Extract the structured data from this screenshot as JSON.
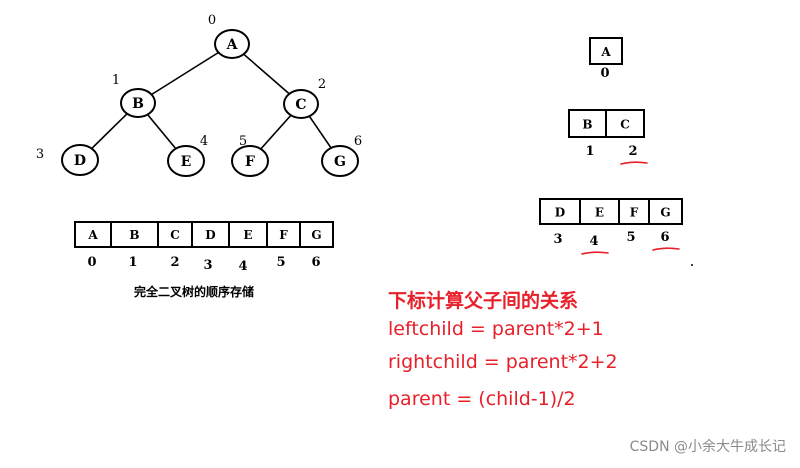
{
  "tree": {
    "nodes": [
      {
        "id": "A",
        "index": "0"
      },
      {
        "id": "B",
        "index": "1"
      },
      {
        "id": "C",
        "index": "2"
      },
      {
        "id": "D",
        "index": "3"
      },
      {
        "id": "E",
        "index": "4"
      },
      {
        "id": "F",
        "index": "5"
      },
      {
        "id": "G",
        "index": "6"
      }
    ],
    "edges": [
      [
        "A",
        "B"
      ],
      [
        "A",
        "C"
      ],
      [
        "B",
        "D"
      ],
      [
        "B",
        "E"
      ],
      [
        "C",
        "F"
      ],
      [
        "C",
        "G"
      ]
    ]
  },
  "full_array": {
    "cells": [
      "A",
      "B",
      "C",
      "D",
      "E",
      "F",
      "G"
    ],
    "indices": [
      "0",
      "1",
      "2",
      "3",
      "4",
      "5",
      "6"
    ],
    "caption": "完全二叉树的顺序存储"
  },
  "levels": [
    {
      "cells": [
        "A"
      ],
      "indices": [
        "0"
      ],
      "underlined": []
    },
    {
      "cells": [
        "B",
        "C"
      ],
      "indices": [
        "1",
        "2"
      ],
      "underlined": [
        "2"
      ]
    },
    {
      "cells": [
        "D",
        "E",
        "F",
        "G"
      ],
      "indices": [
        "3",
        "4",
        "5",
        "6"
      ],
      "underlined": [
        "4",
        "6"
      ]
    }
  ],
  "formulas": {
    "title": "下标计算父子间的关系",
    "left_child": "leftchild = parent*2+1",
    "right_child": "rightchild = parent*2+2",
    "parent": "parent = (child-1)/2"
  },
  "watermark": "CSDN @小余大牛成长记",
  "colors": {
    "line": "#000000",
    "accent": "#e8202a",
    "watermark": "#8a8a8a"
  }
}
